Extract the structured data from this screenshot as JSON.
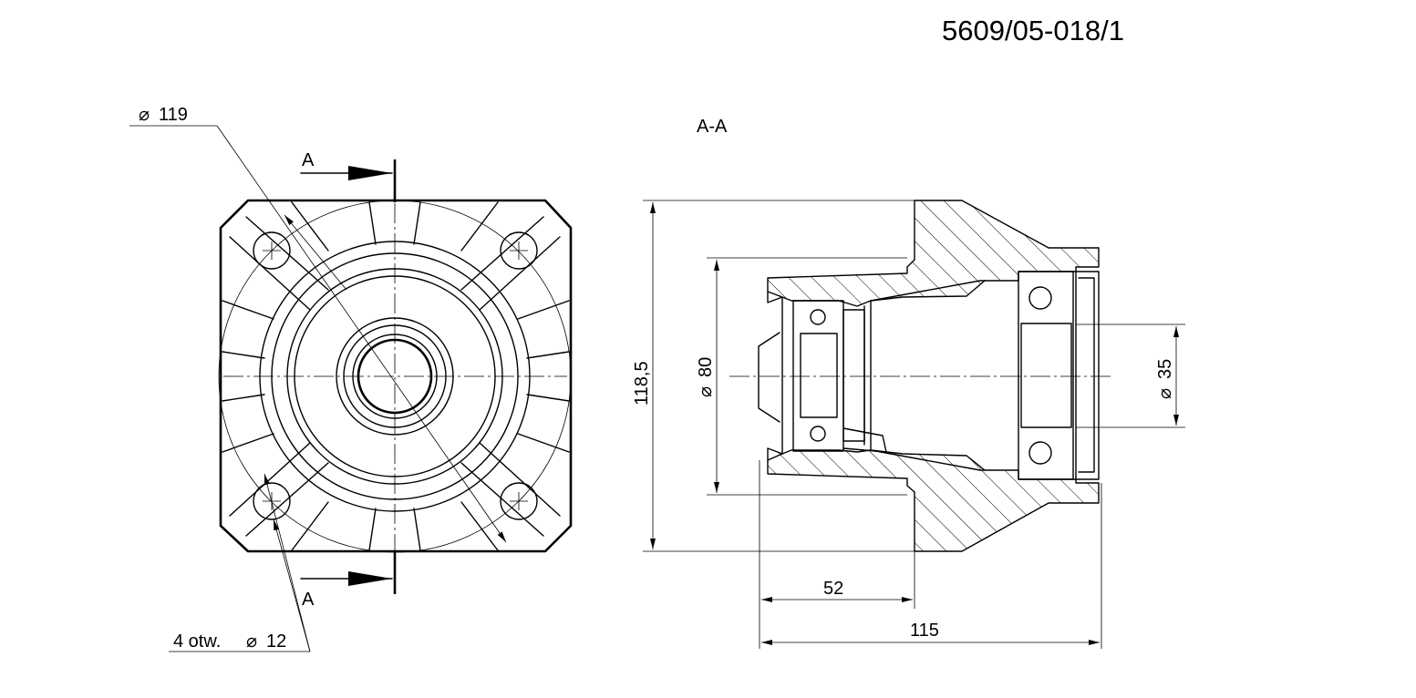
{
  "drawing_number": "5609/05-018/1",
  "section_title": "A-A",
  "section_markers": [
    "A",
    "A"
  ],
  "front_view": {
    "diameter_bolt_circle": "119",
    "holes_label": "4 otw.",
    "holes_diameter": "12"
  },
  "section_view": {
    "height": "118,5",
    "diameter_pilot": "80",
    "diameter_bore": "35",
    "length_flange": "52",
    "length_total": "115"
  },
  "diameter_symbol": "⌀"
}
